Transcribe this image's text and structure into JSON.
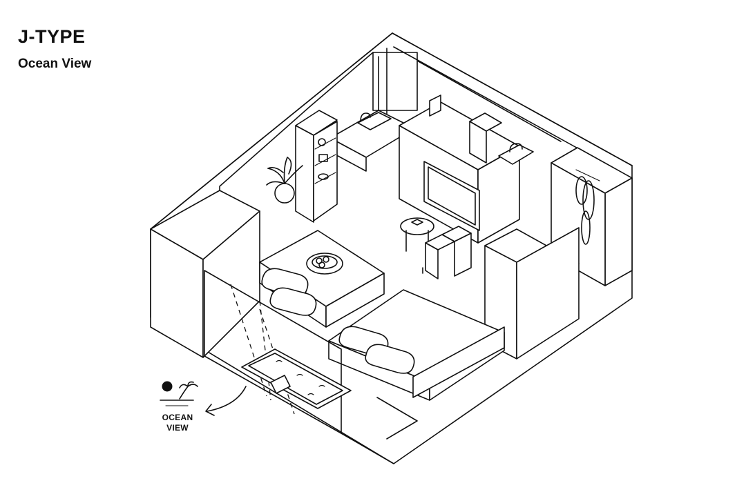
{
  "header": {
    "title": "J-TYPE",
    "subtitle": "Ocean View"
  },
  "callout": {
    "label_line1": "OCEAN",
    "label_line2": "VIEW",
    "icon": "sun-palm-ocean-icon"
  },
  "colors": {
    "ink": "#111111",
    "paper": "#ffffff"
  }
}
